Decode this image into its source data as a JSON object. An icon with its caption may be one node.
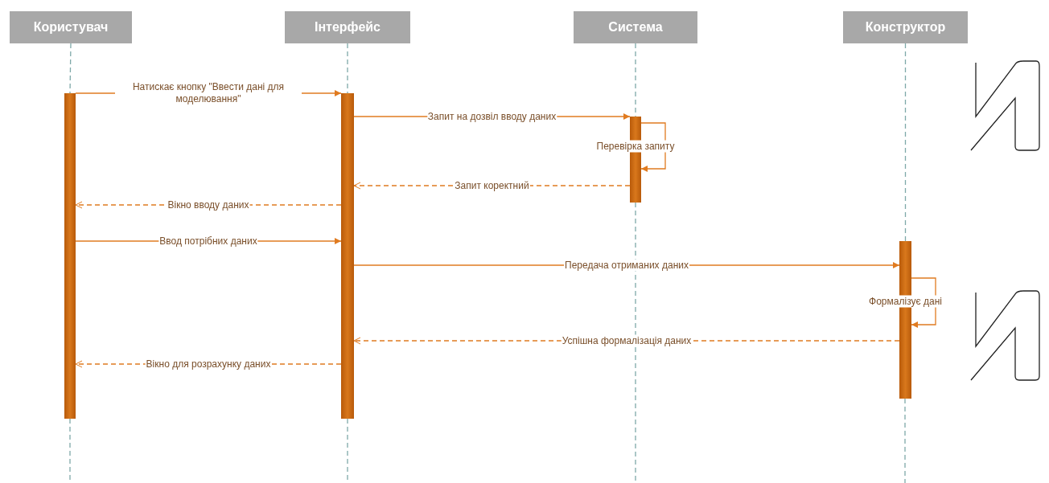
{
  "diagram": {
    "nodes": [
      {
        "text": [
          "Користувач"
        ]
      },
      {
        "text": [
          "Інтерфейс"
        ]
      },
      {
        "text": [
          "Система"
        ]
      },
      {
        "text": [
          "Конструктор"
        ]
      },
      {
        "text": [],
        "shape": "bar"
      },
      {
        "text": [],
        "shape": "bar"
      },
      {
        "text": [],
        "shape": "bar"
      },
      {
        "text": [],
        "shape": "bar"
      }
    ],
    "edges": [
      {
        "from": 0,
        "to": 4,
        "arrow": "none",
        "style": "dashed",
        "color": "#7fa9a9"
      },
      {
        "from": 1,
        "to": 5,
        "arrow": "none",
        "style": "dashed",
        "color": "#7fa9a9"
      },
      {
        "from": 2,
        "to": 6,
        "arrow": "none",
        "style": "dashed",
        "color": "#7fa9a9"
      },
      {
        "from": 3,
        "to": 7,
        "arrow": "none",
        "style": "dashed",
        "color": "#7fa9a9"
      },
      {
        "from": 4,
        "to": 5,
        "arrow": "to",
        "label": "Натискає кнопку \"Ввести дані для моделювання\""
      },
      {
        "from": 5,
        "to": 6,
        "arrow": "to",
        "label": "Запит на дозвіл вводу даних"
      },
      {
        "from": 6,
        "to": 6,
        "arrow": "to",
        "label": "Перевірка запиту"
      },
      {
        "from": 6,
        "to": 5,
        "arrow": "to",
        "label": "Запит коректний",
        "style": "dashed"
      },
      {
        "from": 5,
        "to": 4,
        "arrow": "to",
        "label": "Вікно вводу даних",
        "style": "dashed"
      },
      {
        "from": 4,
        "to": 5,
        "arrow": "to",
        "label": "Ввод потрібних даних"
      },
      {
        "from": 5,
        "to": 7,
        "arrow": "to",
        "label": "Передача отриманих даних"
      },
      {
        "from": 7,
        "to": 7,
        "arrow": "to",
        "label": "Формалізує дані"
      },
      {
        "from": 7,
        "to": 5,
        "arrow": "to",
        "label": "Успішна формалізація даних",
        "style": "dashed"
      },
      {
        "from": 5,
        "to": 4,
        "arrow": "to",
        "label": "Вікно для розрахунку даних",
        "style": "dashed"
      }
    ]
  }
}
